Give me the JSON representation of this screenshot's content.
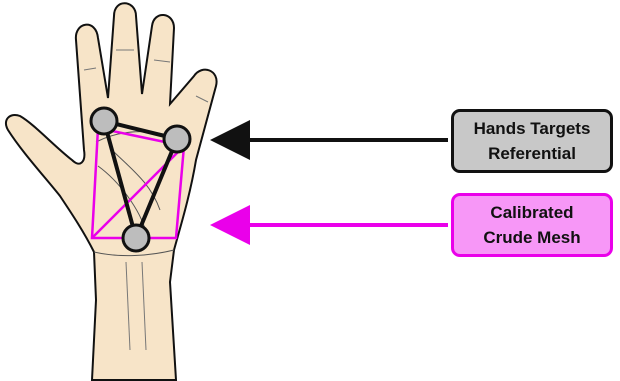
{
  "labels": {
    "referential": {
      "line1": "Hands Targets",
      "line2": "Referential"
    },
    "mesh": {
      "line1": "Calibrated",
      "line2": "Crude Mesh"
    }
  },
  "colors": {
    "skin": "#f7e4c8",
    "outline": "#111111",
    "target_fill": "#bdbdbd",
    "mesh": "#ea00ea",
    "mesh_box_fill": "#f797f7",
    "referential_box_fill": "#c8c8c8"
  },
  "icons": {
    "hand": "hand-illustration-icon",
    "target": "circle-target-icon"
  }
}
